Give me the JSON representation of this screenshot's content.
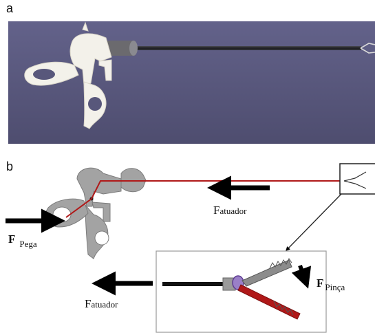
{
  "panel_a": {
    "label": "a"
  },
  "panel_b": {
    "label": "b"
  },
  "forces": {
    "actuator_top": {
      "symbol": "F",
      "text": "atuador"
    },
    "grip": {
      "symbol": "F",
      "sub": "Pega"
    },
    "actuator_bottom": {
      "symbol": "F",
      "text": "atuador"
    },
    "jaw": {
      "symbol": "F",
      "sub": "Pinça"
    }
  },
  "colors": {
    "photo_background": "#5c5b7e",
    "instrument_shaft": "#2a2a2e",
    "handle": "#f3f1ea",
    "diagram_handle": "#9a9a9a",
    "cable": "#b01818",
    "arrow": "#000000",
    "inset_border": "#9a9a9a"
  }
}
